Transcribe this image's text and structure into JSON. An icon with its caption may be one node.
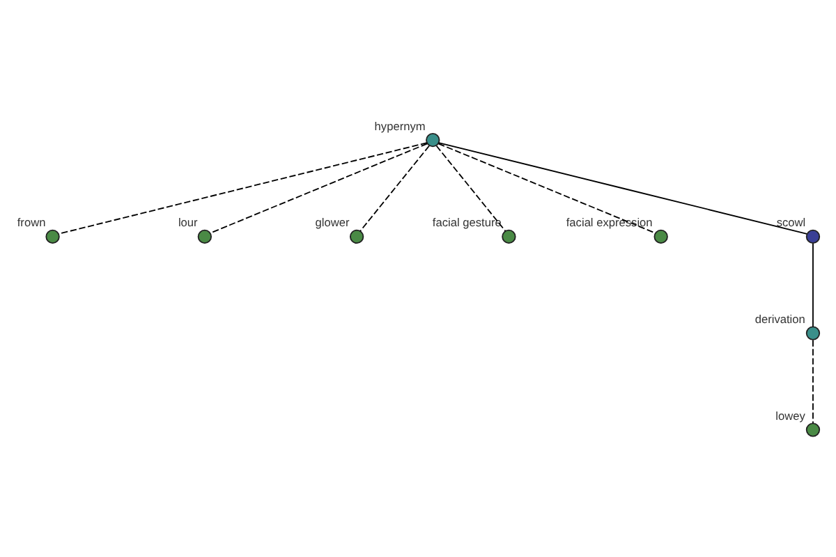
{
  "diagram": {
    "nodes": [
      {
        "text": [],
        "shape": "circle",
        "beside": [
          "frown"
        ]
      },
      {
        "text": [],
        "shape": "circle",
        "beside": [
          "lour"
        ]
      },
      {
        "text": [],
        "shape": "circle",
        "beside": [
          "glower"
        ]
      },
      {
        "text": [],
        "shape": "circle",
        "beside": [
          "hypernym"
        ]
      },
      {
        "text": [],
        "shape": "circle",
        "beside": [
          "facial gesture"
        ]
      },
      {
        "text": [],
        "shape": "circle",
        "beside": [
          "facial expression"
        ]
      },
      {
        "text": [],
        "shape": "circle",
        "beside": [
          "scowl"
        ]
      },
      {
        "text": [],
        "shape": "circle",
        "beside": [
          "derivation"
        ]
      },
      {
        "text": [],
        "shape": "circle",
        "beside": [
          "lowey"
        ]
      }
    ],
    "edges": [
      {
        "from": 3,
        "to": 6,
        "arrow": "none"
      },
      {
        "from": 3,
        "to": 0,
        "arrow": "none",
        "style": "dashed"
      },
      {
        "from": 3,
        "to": 1,
        "arrow": "none",
        "style": "dashed"
      },
      {
        "from": 3,
        "to": 2,
        "arrow": "none",
        "style": "dashed"
      },
      {
        "from": 3,
        "to": 4,
        "arrow": "none",
        "style": "dashed"
      },
      {
        "from": 3,
        "to": 5,
        "arrow": "none",
        "style": "dashed"
      },
      {
        "from": 6,
        "to": 7,
        "arrow": "none"
      },
      {
        "from": 7,
        "to": 8,
        "arrow": "none",
        "style": "dashed"
      }
    ]
  }
}
